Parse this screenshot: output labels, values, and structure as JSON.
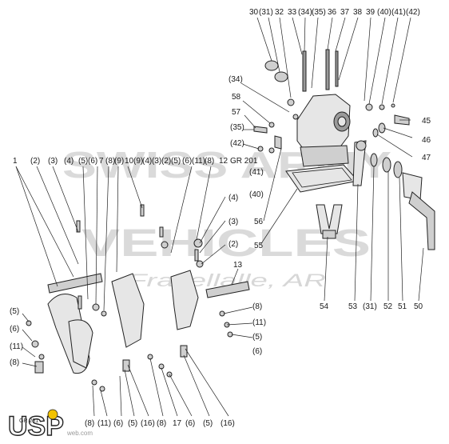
{
  "diagram": {
    "group_label": "GR 201",
    "watermark": {
      "line1": "SWISS ARMY",
      "line2": "VEHICLES",
      "line3": "Fravellalle, AR"
    },
    "logo": {
      "text": "USP",
      "sub": "web.com",
      "stamp": "GR 201"
    },
    "callouts_top": [
      "30",
      "(31)",
      "32",
      "33",
      "(34)",
      "(35)",
      "36",
      "37",
      "38",
      "39",
      "(40)",
      "(41)",
      "(42)"
    ],
    "callouts_upper_right": [
      "(34)",
      "58",
      "57",
      "(35)",
      "(42)",
      "(41)",
      "(40)",
      "56",
      "55",
      "45",
      "46",
      "47"
    ],
    "callouts_mid_row": [
      "1",
      "(2)",
      "(3)",
      "(4)",
      "(5)",
      "(6)",
      "7",
      "(8)",
      "(9)",
      "10",
      "(9)",
      "(4)",
      "(3)",
      "(2)",
      "(5)",
      "(6)",
      "(11)",
      "(8)",
      "12"
    ],
    "callouts_right_column": [
      "(4)",
      "(3)",
      "(2)",
      "13",
      "(8)",
      "(11)",
      "(5)",
      "(6)"
    ],
    "callouts_left_column": [
      "(5)",
      "(6)",
      "(11)",
      "(8)"
    ],
    "callouts_bottom_row": [
      "(8)",
      "(11)",
      "(6)",
      "(5)",
      "(16)",
      "(8)",
      "17",
      "(6)",
      "(5)",
      "(16)"
    ],
    "callouts_bottom_right": [
      "54",
      "53",
      "(31)",
      "52",
      "51",
      "50"
    ]
  }
}
